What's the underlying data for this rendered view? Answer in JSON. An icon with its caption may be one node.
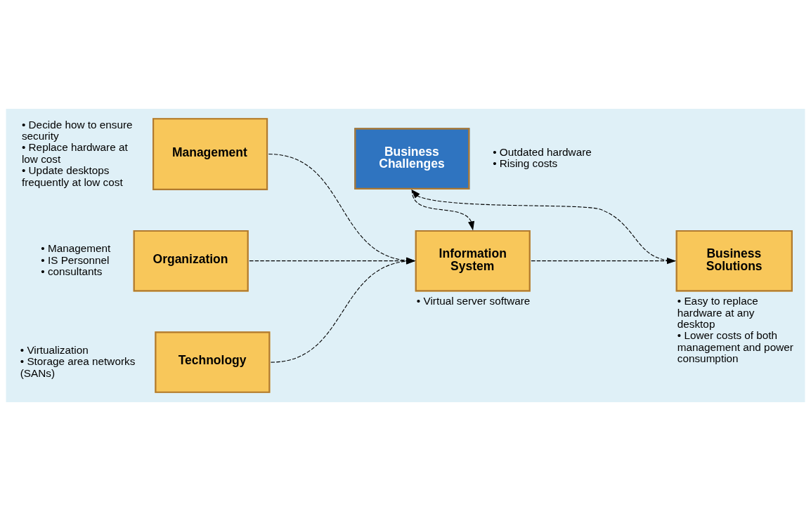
{
  "diagram": {
    "nodes": [
      {
        "text": [
          "Business Challenges"
        ],
        "beside": [
          "• Outdated hardware",
          "• Rising costs"
        ]
      },
      {
        "text": [
          "Management"
        ],
        "beside": [
          "• Decide how to ensure security",
          "• Replace hardware at low cost",
          "• Update desktops frequently at low cost"
        ]
      },
      {
        "text": [
          "Organization"
        ],
        "beside": [
          "• Management",
          "• IS Personnel",
          "• consultants"
        ]
      },
      {
        "text": [
          "Technology"
        ],
        "beside": [
          "• Virtualization",
          "• Storage area networks (SANs)"
        ]
      },
      {
        "text": [
          "Information System"
        ],
        "beside": [
          "• Virtual server software"
        ]
      },
      {
        "text": [
          "Business Solutions"
        ],
        "beside": [
          "• Easy to replace hardware at any desktop",
          "• Lower costs of both management and power consumption"
        ]
      }
    ],
    "edges": [
      {
        "from": 0,
        "to": 4,
        "arrow": "to",
        "style": "dashed"
      },
      {
        "from": 1,
        "to": 4,
        "arrow": "to",
        "style": "dashed"
      },
      {
        "from": 2,
        "to": 4,
        "arrow": "to",
        "style": "dashed"
      },
      {
        "from": 3,
        "to": 4,
        "arrow": "to",
        "style": "dashed"
      },
      {
        "from": 4,
        "to": 5,
        "arrow": "to",
        "style": "dashed"
      },
      {
        "from": 5,
        "to": 0,
        "arrow": "to",
        "style": "dashed"
      }
    ]
  }
}
